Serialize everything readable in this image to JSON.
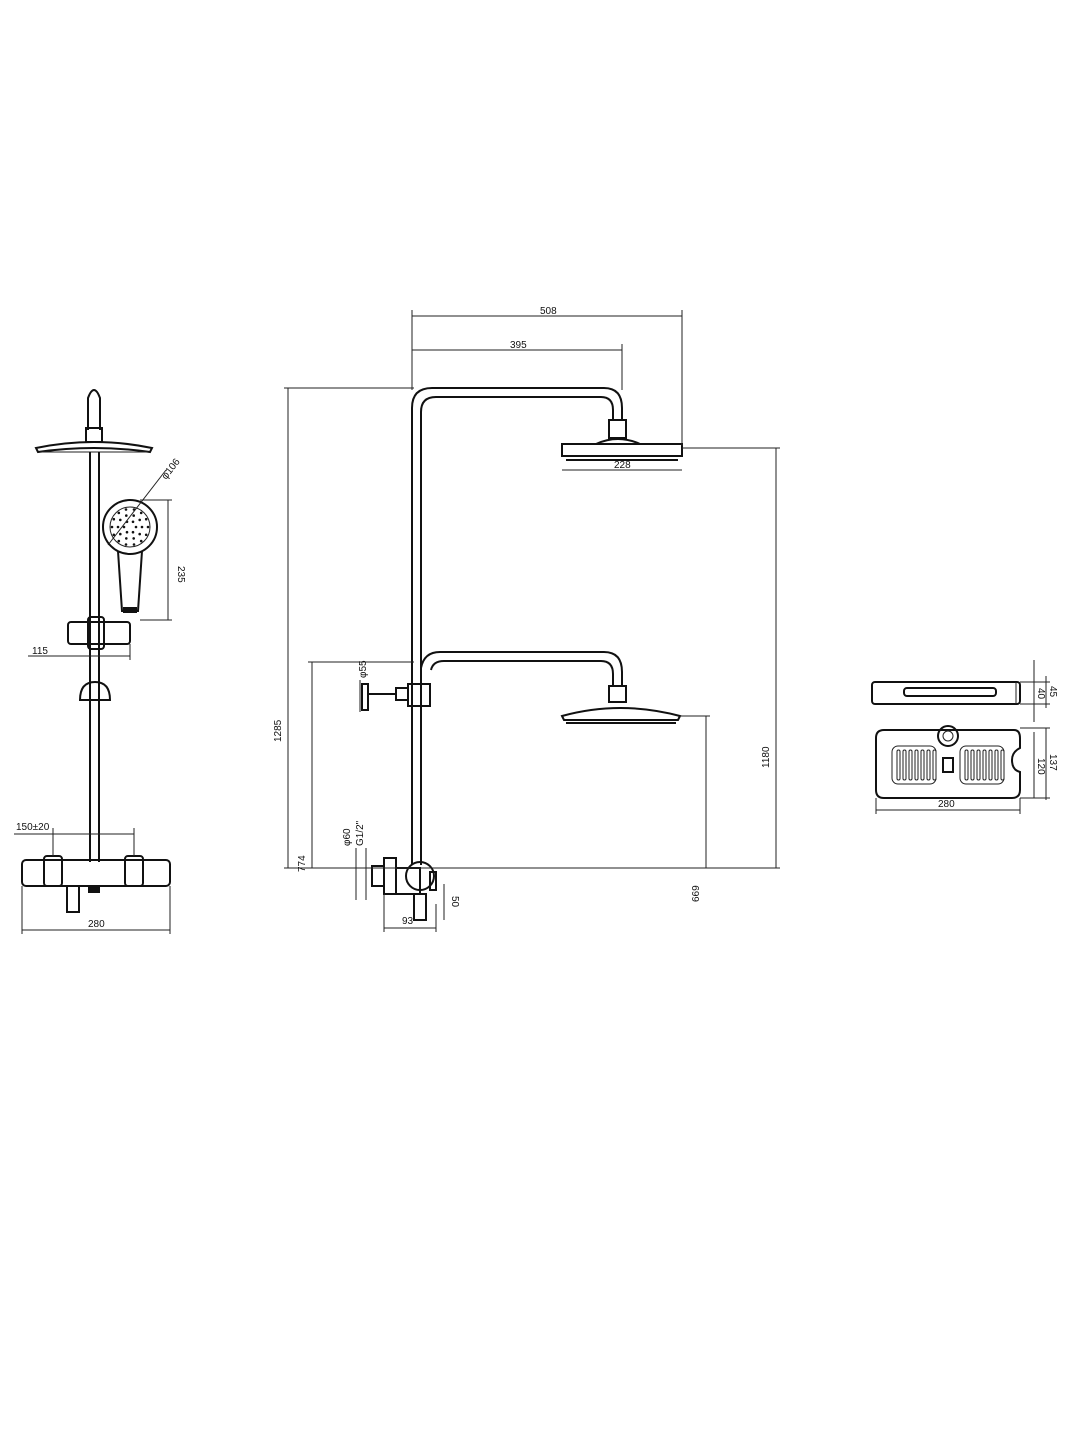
{
  "side_view": {
    "dims": {
      "hand_shower_dia": "φ106",
      "hand_shower_len": "235",
      "holder_offset": "115",
      "center_distance": "150±20",
      "mixer_width": "280"
    }
  },
  "front_view": {
    "dims": {
      "arm_top_width": "508",
      "arm_reach": "395",
      "head_dia_top": "228",
      "total_height": "1285",
      "head_height_top": "1180",
      "lower_total": "774",
      "lower_head_height": "669",
      "diverter_dia": "φ55",
      "flange_dia": "φ60",
      "thread": "G1/2\"",
      "mixer_depth": "93",
      "spout_height": "50"
    }
  },
  "shelf_view": {
    "dims": {
      "height_a": "40",
      "height_b": "45",
      "depth_a": "120",
      "depth_b": "137",
      "width": "280"
    }
  }
}
